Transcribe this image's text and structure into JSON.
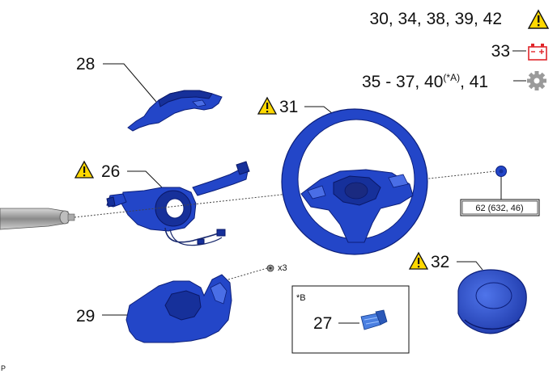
{
  "legend": {
    "warning_parts": "30, 34, 38, 39, 42",
    "battery_parts": "33",
    "gear_parts_prefix": "35 - 37, 40",
    "gear_parts_sup": "(*A)",
    "gear_parts_suffix": ", 41"
  },
  "icons": {
    "warning": "warning-triangle-icon",
    "battery": "battery-terminal-icon",
    "gear": "gear-icon"
  },
  "colors": {
    "part_blue": "#2346c8",
    "warning_yellow": "#ffd800",
    "battery_red": "#e0262b",
    "gear_gray": "#9a9a9a"
  },
  "parts": {
    "p28": "28",
    "p26": "26",
    "p31": "31",
    "p29": "29",
    "p32": "32",
    "p27": "27",
    "p27_box_label": "*B",
    "nut_qty": "x3",
    "torque": "62 (632, 46)"
  },
  "corner_mark": "P"
}
